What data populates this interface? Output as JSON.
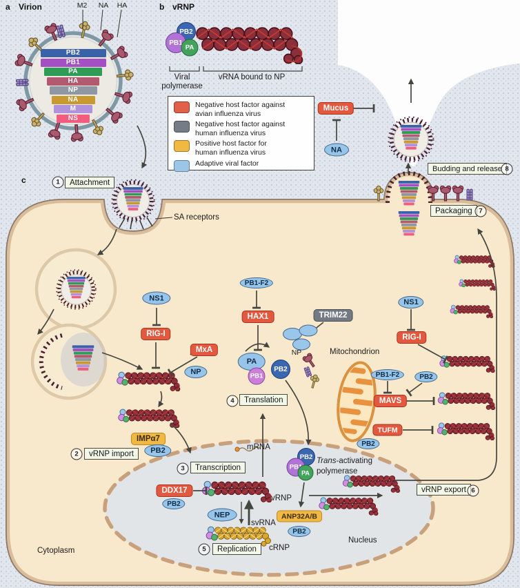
{
  "panel_a": {
    "index": "a",
    "title": "Virion",
    "membrane_proteins": [
      "M2",
      "NA",
      "HA"
    ],
    "segments": [
      "PB2",
      "PB1",
      "PA",
      "HA",
      "NP",
      "NA",
      "M",
      "NS"
    ],
    "segment_colors": [
      "#3a62a8",
      "#a44fc4",
      "#2f9c55",
      "#b25a70",
      "#8f98a2",
      "#c9992f",
      "#b193dd",
      "#f25c7e"
    ]
  },
  "panel_b": {
    "index": "b",
    "title": "vRNP",
    "pb1": "PB1",
    "pb2": "PB2",
    "pa": "PA",
    "bracket_left_line1": "Viral",
    "bracket_left_line2": "polymerase",
    "bracket_right": "vRNA bound to NP"
  },
  "legend": {
    "items": [
      {
        "swatch_color": "#e0604a",
        "line1": "Negative host factor against",
        "line2": "avian influenza virus"
      },
      {
        "swatch_color": "#767c85",
        "line1": "Negative host factor against",
        "line2": "human influenza virus"
      },
      {
        "swatch_color": "#f2b844",
        "line1": "Positive host factor for",
        "line2": "human influenza virus"
      },
      {
        "swatch_color": "#9cc6e8",
        "line1": "Adaptive viral factor",
        "line2": ""
      }
    ]
  },
  "panel_c": {
    "index": "c",
    "cytoplasm": "Cytoplasm",
    "nucleus": "Nucleus",
    "mitochondrion": "Mitochondrion",
    "sa_receptors": "SA receptors",
    "mrna": "mRNA",
    "vrnp": "vRNP",
    "svrna": "svRNA",
    "crnp": "cRNP",
    "trans_activating": {
      "italic": "Trans",
      "rest": "-activating",
      "line2": "polymerase"
    }
  },
  "steps": [
    {
      "num": "1",
      "label": "Attachment"
    },
    {
      "num": "2",
      "label": "vRNP import"
    },
    {
      "num": "3",
      "label": "Transcription"
    },
    {
      "num": "4",
      "label": "Translation"
    },
    {
      "num": "5",
      "label": "Replication"
    },
    {
      "num": "6",
      "label": "vRNP export"
    },
    {
      "num": "7",
      "label": "Packaging"
    },
    {
      "num": "8",
      "label": "Budding and release"
    }
  ],
  "proteins": {
    "mucus": "Mucus",
    "na": "NA",
    "ns1": "NS1",
    "rig_i": "RIG-I",
    "mxa": "MxA",
    "np": "NP",
    "pb1_f2": "PB1-F2",
    "hax1": "HAX1",
    "trim22": "TRIM22",
    "pa": "PA",
    "pb1": "PB1",
    "pb2": "PB2",
    "imp_a7": "IMPα7",
    "ddx17": "DDX17",
    "nep": "NEP",
    "anp32": "ANP32A/B",
    "mavs": "MAVS",
    "tufm": "TUFM"
  },
  "colors": {
    "host_factor_avian": "#e2593f",
    "host_factor_human": "#737a83",
    "host_factor_positive": "#f2b844",
    "adaptive_viral": "#97c5e9",
    "cytoplasm_fill": "#f8e9cc",
    "membrane": "#d9bd9b",
    "nucleus_fill": "#e2e5e8",
    "extracellular": "#e2e7ee",
    "vrnp_beads": "#8c2f3c",
    "crnp_beads": "#d9a62e"
  }
}
